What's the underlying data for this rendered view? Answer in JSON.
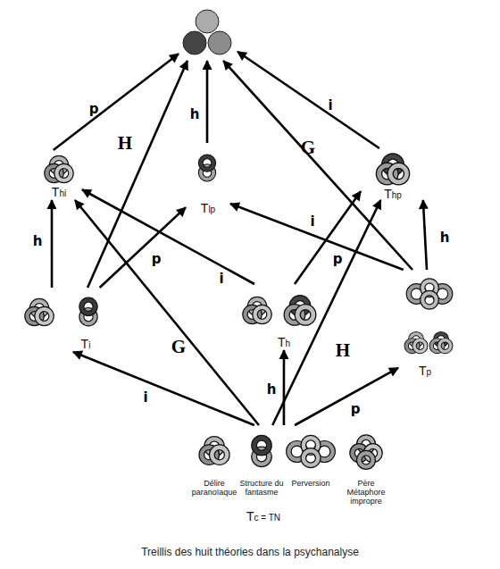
{
  "diagram": {
    "caption": "Treillis des huit théories dans la psychanalyse",
    "nodes": [
      {
        "text": []
      },
      {
        "text": [
          "Thi"
        ]
      },
      {
        "text": [
          "Tlp"
        ]
      },
      {
        "text": [
          "Thp"
        ]
      },
      {
        "text": [
          "Ti"
        ]
      },
      {
        "text": [
          "Th"
        ]
      },
      {
        "text": [
          "Tp"
        ]
      },
      {
        "text": [
          "Tc = TN"
        ]
      },
      {
        "text": [
          "Délire paranoïaque"
        ],
        "in": 7
      },
      {
        "text": [
          "Structure du fantasme"
        ],
        "in": 7
      },
      {
        "text": [
          "Perversion"
        ],
        "in": 7
      },
      {
        "text": [
          "Père Métaphore impropre"
        ],
        "in": 7
      }
    ],
    "edges": [
      {
        "from": 1,
        "to": 0,
        "label": "p",
        "arrow": "to"
      },
      {
        "from": 4,
        "to": 0,
        "label": "H",
        "arrow": "to"
      },
      {
        "from": 2,
        "to": 0,
        "label": "h",
        "arrow": "to"
      },
      {
        "from": 6,
        "to": 0,
        "label": "G",
        "arrow": "to"
      },
      {
        "from": 3,
        "to": 0,
        "label": "i",
        "arrow": "to"
      },
      {
        "from": 4,
        "to": 1,
        "label": "h",
        "arrow": "to"
      },
      {
        "from": 5,
        "to": 1,
        "label": "i",
        "arrow": "to"
      },
      {
        "from": 4,
        "to": 2,
        "label": "p",
        "arrow": "to"
      },
      {
        "from": 6,
        "to": 2,
        "label": "i",
        "arrow": "to"
      },
      {
        "from": 5,
        "to": 3,
        "label": "p",
        "arrow": "to"
      },
      {
        "from": 6,
        "to": 3,
        "label": "h",
        "arrow": "to"
      },
      {
        "from": 7,
        "to": 4,
        "label": "i",
        "arrow": "to"
      },
      {
        "from": 7,
        "to": 1,
        "label": "G",
        "arrow": "to"
      },
      {
        "from": 7,
        "to": 5,
        "label": "h",
        "arrow": "to"
      },
      {
        "from": 7,
        "to": 3,
        "label": "H",
        "arrow": "to"
      },
      {
        "from": 7,
        "to": 6,
        "label": "p",
        "arrow": "to"
      }
    ]
  }
}
